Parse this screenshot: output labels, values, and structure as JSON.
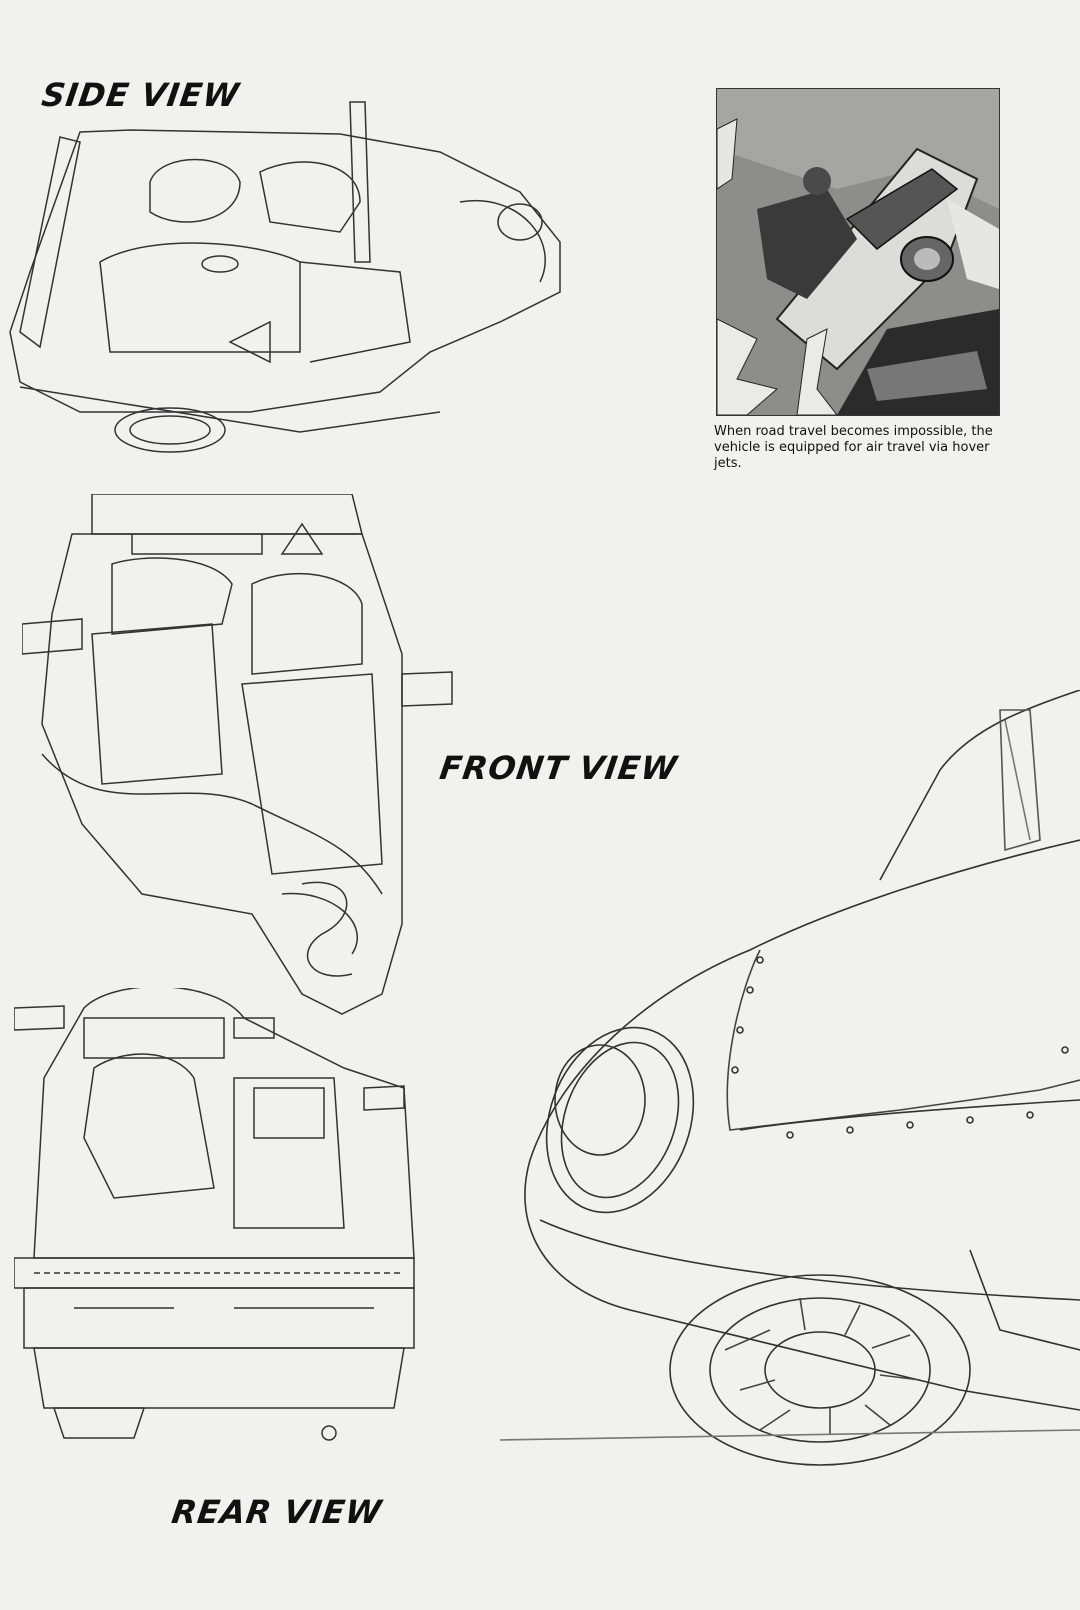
{
  "headings": {
    "side": "SIDE VIEW",
    "front": "FRONT VIEW",
    "rear": "REAR VIEW"
  },
  "caption": "When road travel becomes impossible, the vehicle is equipped for air travel via hover jets.",
  "colors": {
    "paper": "#f1f1ee",
    "ink": "#222222",
    "pencil": "#555555"
  }
}
